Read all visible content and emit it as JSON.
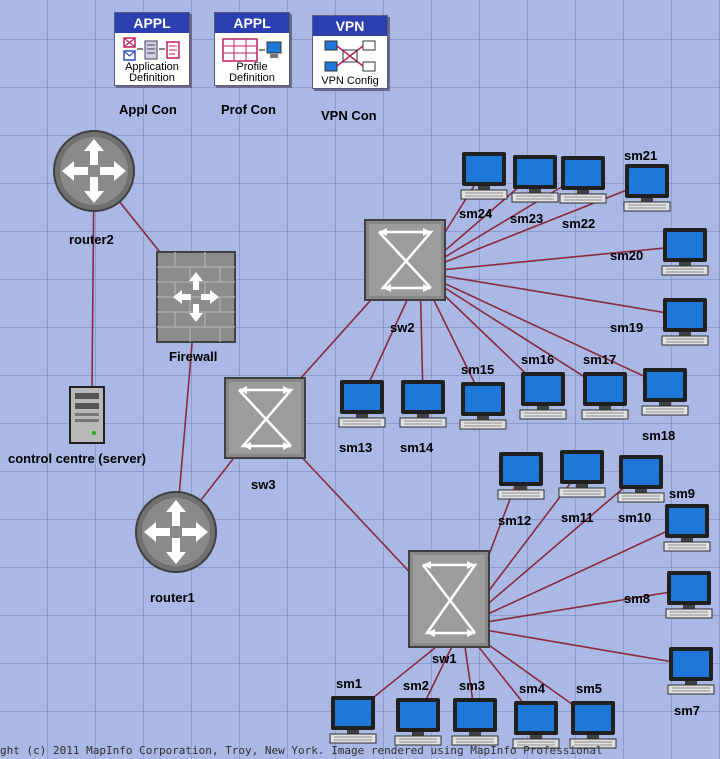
{
  "configs": [
    {
      "id": "appl",
      "header": "APPL",
      "sub1": "Application",
      "sub2": "Definition",
      "label": "Appl Con"
    },
    {
      "id": "prof",
      "header": "APPL",
      "sub1": "Profile",
      "sub2": "Definition",
      "label": "Prof Con"
    },
    {
      "id": "vpn",
      "header": "VPN",
      "sub1": "VPN Config",
      "sub2": "",
      "label": "VPN Con"
    }
  ],
  "routers": {
    "router2": "router2",
    "router1": "router1"
  },
  "firewall": "Firewall",
  "server": "control centre (server)",
  "switches": {
    "sw1": "sw1",
    "sw2": "sw2",
    "sw3": "sw3"
  },
  "pcs": [
    "sm1",
    "sm2",
    "sm3",
    "sm4",
    "sm5",
    "sm7",
    "sm8",
    "sm9",
    "sm10",
    "sm11",
    "sm12",
    "sm13",
    "sm14",
    "sm15",
    "sm16",
    "sm17",
    "sm18",
    "sm19",
    "sm20",
    "sm21",
    "sm22",
    "sm23",
    "sm24"
  ],
  "copyright": "ght (c) 2011 MapInfo Corporation, Troy, New York. Image rendered using MapInfo Professional",
  "colors": {
    "background": "#a9b8e4",
    "link": "#8b2a3c",
    "pc_screen": "#1e78d8"
  }
}
